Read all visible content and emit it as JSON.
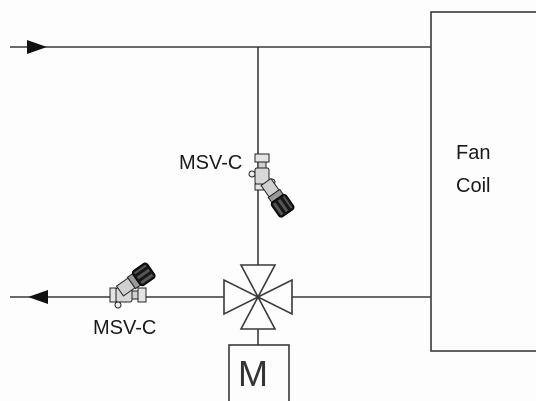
{
  "fan_coil": {
    "line1": "Fan",
    "line2": "Coil"
  },
  "valves": {
    "top_label": "MSV-C",
    "bottom_label": "MSV-C"
  },
  "actuator": {
    "label": "M"
  },
  "colors": {
    "line": "#3a3a3a",
    "valve_body": "#dcdcdc",
    "valve_handle": "#111111"
  },
  "icons": [
    "flow-arrow-right-icon",
    "flow-arrow-left-icon",
    "three-way-valve-icon",
    "balancing-valve-icon",
    "motor-actuator-icon"
  ]
}
